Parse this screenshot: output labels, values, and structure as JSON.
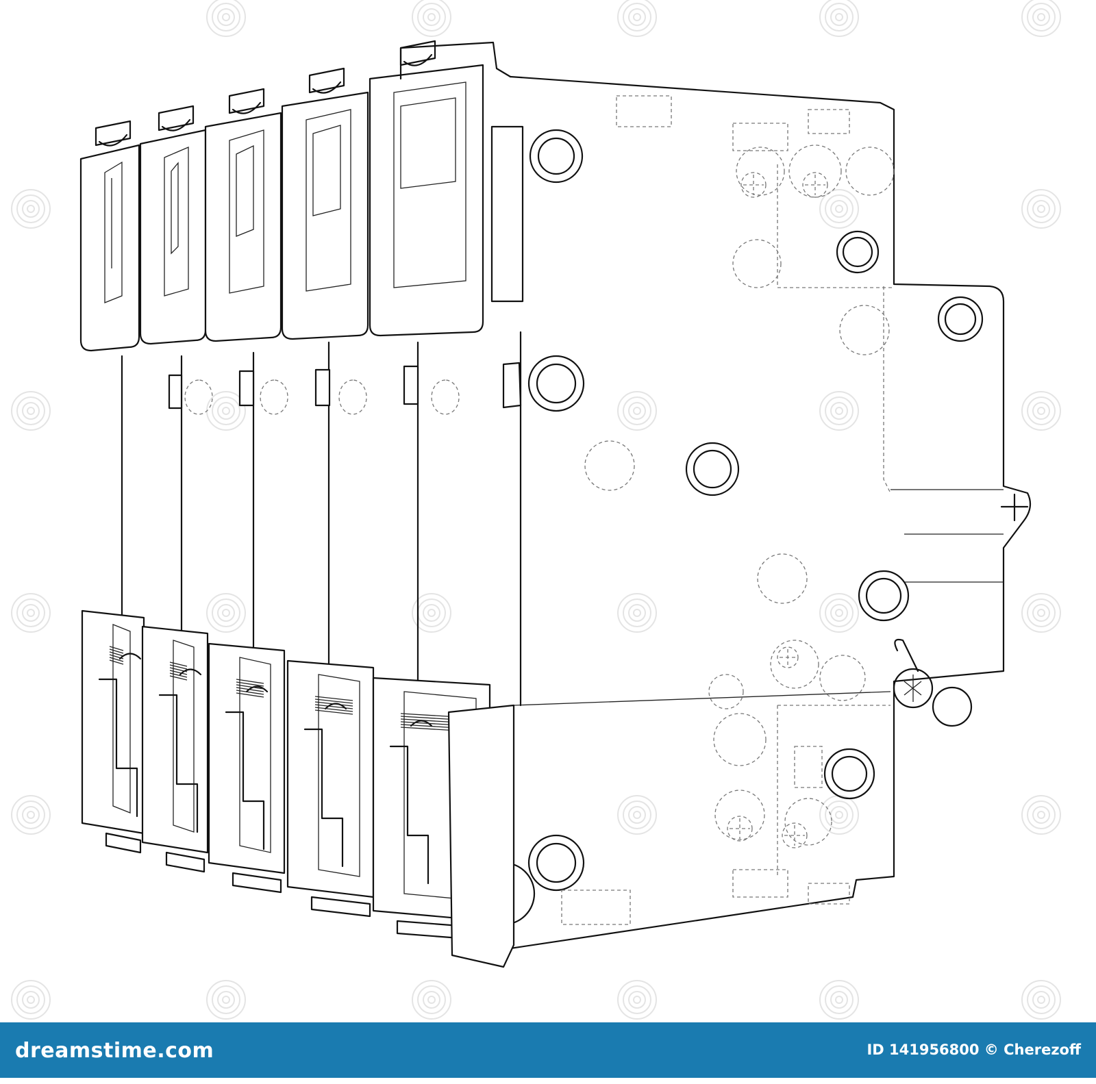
{
  "footer": {
    "brand": "dreamstime.com",
    "stock_id": "ID 141956800 © Cherezoff",
    "bar_color": "#1a7bb0",
    "text_color": "#ffffff"
  },
  "drawing": {
    "subject": "multi-pole circuit breaker wireframe",
    "line_color": "#111111",
    "hidden_line_color": "#777777",
    "watermark_color": "#e4e4e4"
  }
}
